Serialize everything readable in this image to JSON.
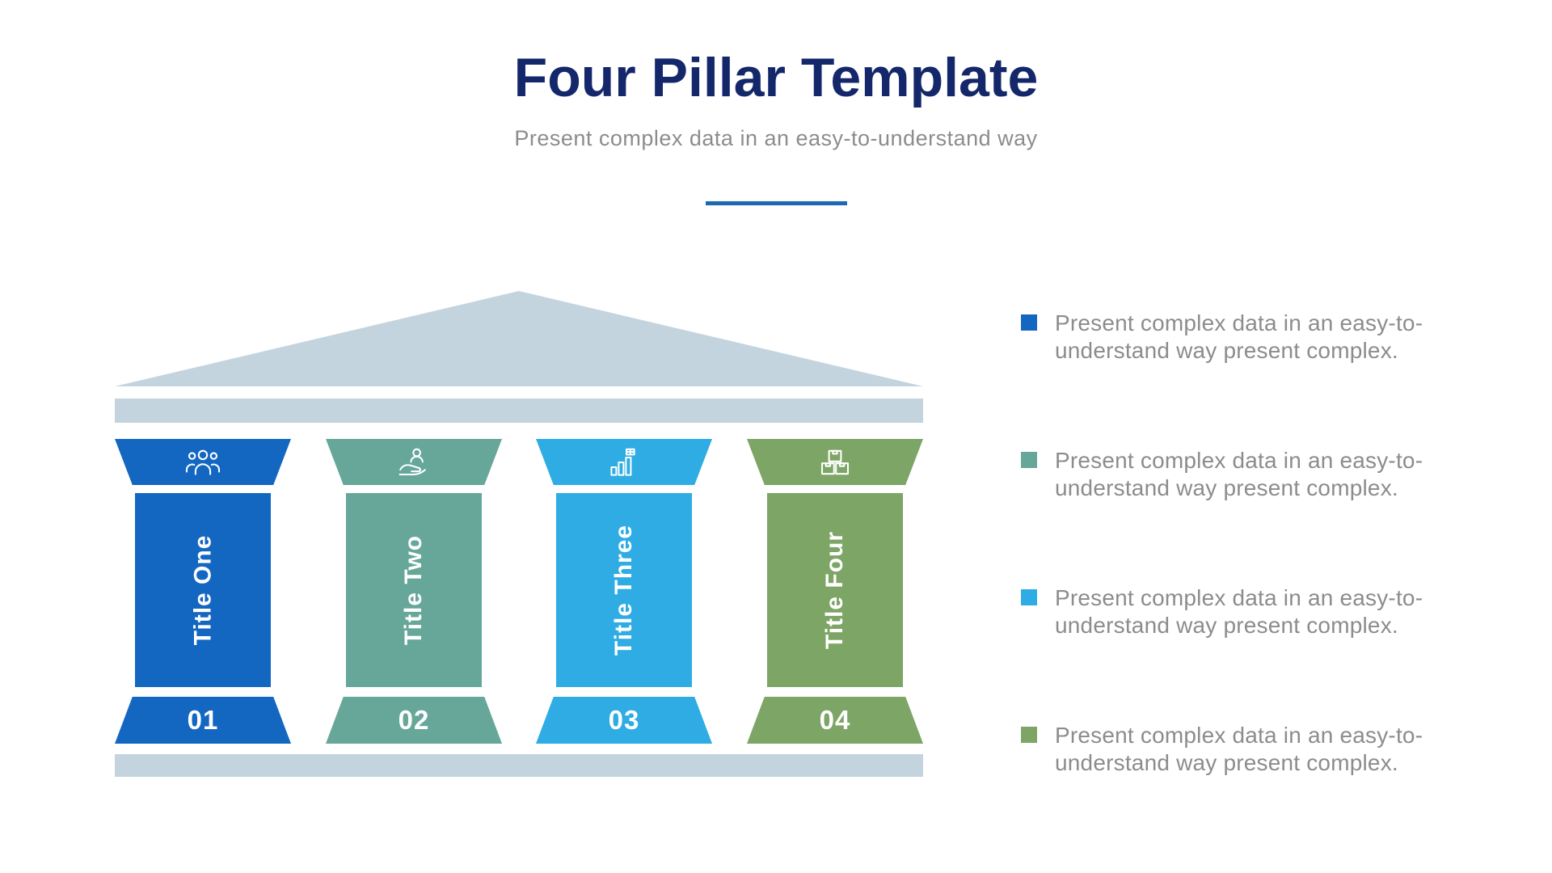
{
  "header": {
    "title": "Four Pillar Template",
    "subtitle": "Present complex data in an easy-to-understand way"
  },
  "theme": {
    "title_color": "#14276B",
    "underline_color": "#1A69B2",
    "body_text_color": "#8C8C8C",
    "structure_color": "#C3D4DF",
    "background_color": "#FFFFFF"
  },
  "diagram": {
    "pillars": [
      {
        "title": "Title One",
        "number": "01",
        "color": "#1467C1",
        "icon": "people-group-icon"
      },
      {
        "title": "Title Two",
        "number": "02",
        "color": "#66A79A",
        "icon": "care-hand-icon"
      },
      {
        "title": "Title Three",
        "number": "03",
        "color": "#2FACE3",
        "icon": "growth-chart-icon"
      },
      {
        "title": "Title Four",
        "number": "04",
        "color": "#7CA566",
        "icon": "stacked-boxes-icon"
      }
    ]
  },
  "bullets": {
    "items": [
      {
        "color": "#1467C1",
        "text": "Present complex data in an easy-to-understand way present complex."
      },
      {
        "color": "#66A79A",
        "text": "Present complex data in an easy-to-understand way present complex."
      },
      {
        "color": "#2FACE3",
        "text": "Present complex data in an easy-to-understand way present complex."
      },
      {
        "color": "#7CA566",
        "text": "Present complex data in an easy-to-understand way present complex."
      }
    ]
  }
}
